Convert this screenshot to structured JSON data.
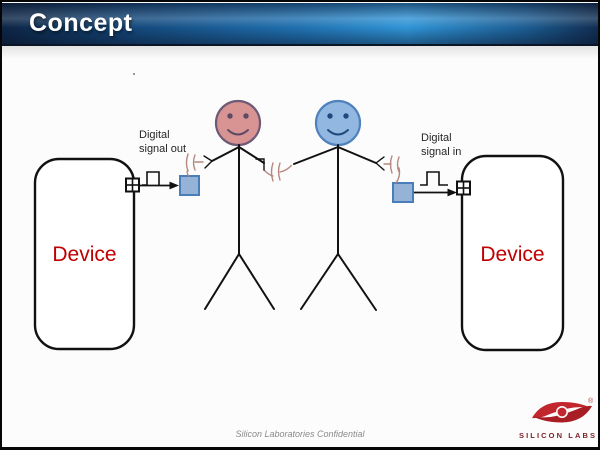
{
  "slide": {
    "title": "Concept",
    "footer": "Silicon Laboratories Confidential"
  },
  "diagram": {
    "device_left_label": "Device",
    "device_right_label": "Device",
    "signal_out_label": "Digital signal out",
    "signal_in_label": "Digital signal in"
  },
  "logo": {
    "brand": "SILICON LABS",
    "registered_mark": "®"
  },
  "colors": {
    "title_bar_blue": "#2f93d4",
    "device_label_red": "#c00000",
    "face_left_fill": "#d89492",
    "face_left_stroke": "#6d5a75",
    "face_left_feature": "#5c4966",
    "face_right_fill": "#92b7e0",
    "face_right_stroke": "#4f81bd",
    "face_right_feature": "#1f497d",
    "coupler_square_fill": "#95b3d7",
    "coupler_square_stroke": "#4a7ebb",
    "capacitor_wire": "#b5897f",
    "logo_red": "#c1272d",
    "logo_dark_red": "#a81e24"
  }
}
